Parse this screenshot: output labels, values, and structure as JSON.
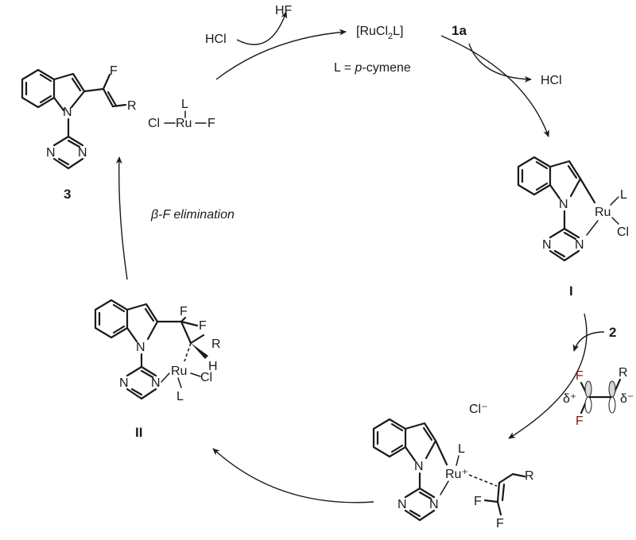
{
  "colors": {
    "ink": "#1a1a1a",
    "fluorine_dark": "#7a2020",
    "lobe_fill": "#d8d8d8"
  },
  "top": {
    "reagent_hcl": "HCl",
    "byproduct_hf": "HF",
    "catalyst": "[RuCl",
    "catalyst_sub": "2",
    "catalyst_end": "L]",
    "ligand_def_prefix": "L = ",
    "ligand_def_italic": "p",
    "ligand_def_suffix": "-cymene",
    "substrate_label": "1a",
    "byproduct_right_hcl": "HCl"
  },
  "ru_species": {
    "ligand": "L",
    "chlorine": "Cl",
    "metal": "Ru",
    "fluorine": "F"
  },
  "product_3": {
    "label": "3",
    "f": "F",
    "r": "R",
    "n_indole": "N",
    "n_pyr_left": "N",
    "n_pyr_right": "N"
  },
  "step_left": {
    "text": "β-F elimination"
  },
  "intermediate_I": {
    "label": "I",
    "n_indole": "N",
    "n_pyr_left": "N",
    "n_pyr_right": "N",
    "ru": "Ru",
    "l": "L",
    "cl": "Cl"
  },
  "reagent_2": {
    "label": "2",
    "f_top": "F",
    "f_bottom": "F",
    "r": "R",
    "delta_plus": "δ⁺",
    "delta_minus": "δ⁻"
  },
  "intermediate_III": {
    "counterion": "Cl⁻",
    "n_indole": "N",
    "n_pyr_left": "N",
    "n_pyr_right": "N",
    "ru": "Ru⁺",
    "l": "L",
    "f_left": "F",
    "f_bottom": "F",
    "r": "R"
  },
  "intermediate_II": {
    "label": "II",
    "f1": "F",
    "f2": "F",
    "r": "R",
    "h": "H",
    "n_indole": "N",
    "n_pyr_left": "N",
    "n_pyr_right": "N",
    "ru": "Ru",
    "cl": "Cl",
    "l": "L"
  }
}
